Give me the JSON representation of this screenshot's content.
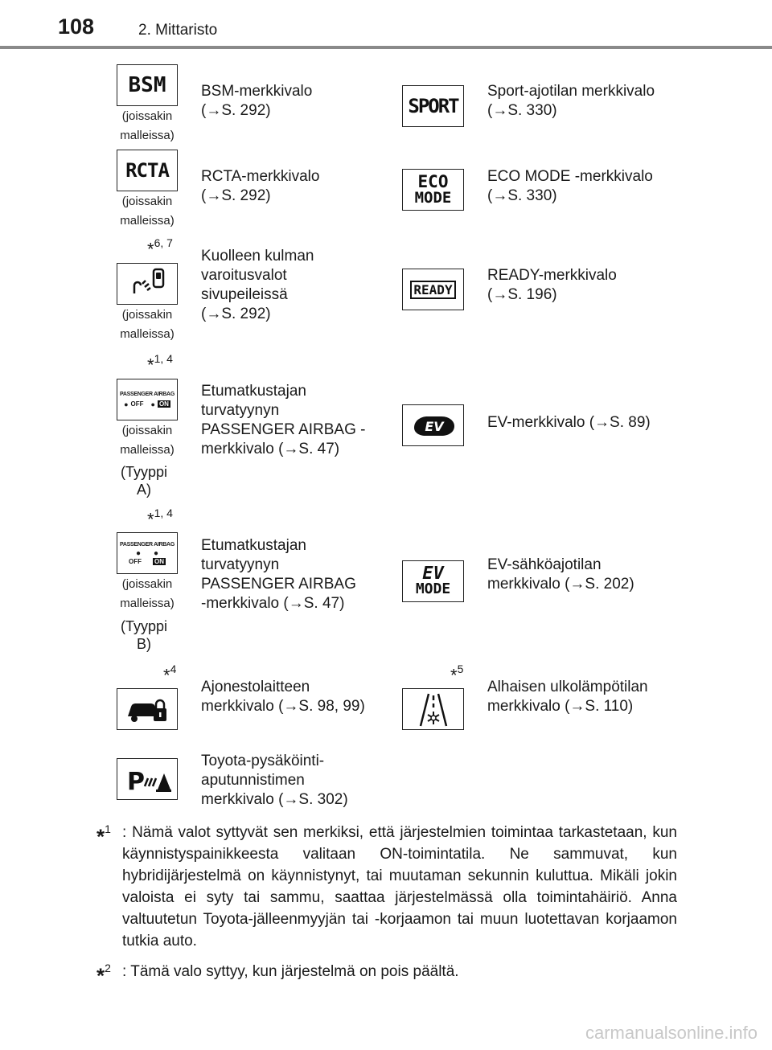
{
  "header": {
    "page_number": "108",
    "section": "2. Mittaristo"
  },
  "rows": [
    {
      "left": {
        "icon_name": "bsm-indicator-icon",
        "icon_text": "BSM",
        "availability": "(joissakin malleissa)",
        "description": [
          "BSM-merkkivalo",
          "(→S. 292)"
        ]
      },
      "right": {
        "icon_name": "sport-mode-indicator-icon",
        "icon_text": "SPORT",
        "description": [
          "Sport-ajotilan merkkivalo",
          "(→S. 330)"
        ]
      }
    },
    {
      "left": {
        "icon_name": "rcta-indicator-icon",
        "icon_text": "RCTA",
        "availability": "(joissakin malleissa)",
        "description": [
          "RCTA-merkkivalo",
          "(→S. 292)"
        ]
      },
      "right": {
        "icon_name": "eco-mode-indicator-icon",
        "icon_text": [
          "ECO",
          "MODE"
        ],
        "description": [
          "ECO MODE -merkkivalo",
          "(→S. 330)"
        ]
      }
    },
    {
      "left": {
        "icon_name": "blind-spot-mirror-icon",
        "asterisk": "6, 7",
        "availability": "(joissakin malleissa)",
        "description": [
          "Kuolleen kulman",
          "varoitusvalot",
          "sivupeileissä",
          "(→S. 292)"
        ]
      },
      "right": {
        "icon_name": "ready-indicator-icon",
        "icon_text": "READY",
        "description": [
          "READY-merkkivalo",
          "(→S. 196)"
        ]
      }
    },
    {
      "left": {
        "icon_name": "passenger-airbag-type-a-icon",
        "asterisk": "1, 4",
        "icon_label": "PASSENGER AIRBAG",
        "off_label": "OFF",
        "on_label": "ON",
        "availability": "(joissakin malleissa)",
        "type": "(Tyyppi A)",
        "description": [
          "Etumatkustajan",
          "turvatyynyn",
          "PASSENGER AIRBAG -",
          "merkkivalo (→S. 47)"
        ]
      },
      "right": {
        "icon_name": "ev-indicator-icon",
        "icon_text": "EV",
        "description": [
          "EV-merkkivalo (→S. 89)"
        ]
      }
    },
    {
      "left": {
        "icon_name": "passenger-airbag-type-b-icon",
        "asterisk": "1, 4",
        "icon_label": "PASSENGER AIRBAG",
        "off_label": "OFF",
        "on_label": "ON",
        "availability": "(joissakin malleissa)",
        "type": "(Tyyppi B)",
        "description": [
          "Etumatkustajan",
          "turvatyynyn",
          "PASSENGER AIRBAG",
          "-merkkivalo (→S. 47)"
        ]
      },
      "right": {
        "icon_name": "ev-mode-indicator-icon",
        "icon_text": [
          "EV",
          "MODE"
        ],
        "description": [
          "EV-sähköajotilan",
          "merkkivalo (→S. 202)"
        ]
      }
    },
    {
      "left": {
        "icon_name": "immobilizer-indicator-icon",
        "asterisk": "4",
        "description": [
          "Ajonestolaitteen",
          "merkkivalo (→S. 98, 99)"
        ]
      },
      "right": {
        "icon_name": "low-outside-temperature-icon",
        "asterisk": "5",
        "description": [
          "Alhaisen ulkolämpötilan",
          "merkkivalo (→S. 110)"
        ]
      }
    },
    {
      "left": {
        "icon_name": "parking-assist-sensor-icon",
        "description": [
          "Toyota-pysäköinti-",
          "aputunnistimen",
          "merkkivalo (→S. 302)"
        ]
      }
    }
  ],
  "notes": [
    {
      "mark": "1",
      "text": ": Nämä valot syttyvät sen merkiksi, että järjestelmien toimintaa tarkastetaan, kun käynnistyspainikkeesta valitaan ON-toimintatila. Ne sammuvat, kun hybridijärjestelmä on käynnistynyt, tai muutaman sekunnin kuluttua. Mikäli jokin valoista ei syty tai sammu, saattaa järjestelmässä olla toimintahäiriö. Anna valtuutetun Toyota-jälleenmyyjän tai -korjaamon tai muun luotettavan korjaamon tutkia auto."
    },
    {
      "mark": "2",
      "text": ": Tämä valo syttyy, kun järjestelmä on pois päältä."
    }
  ],
  "watermark": "carmanualsonline.info"
}
